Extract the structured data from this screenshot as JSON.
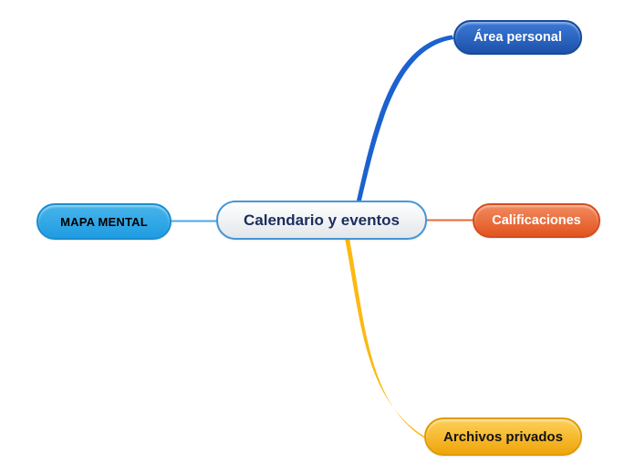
{
  "canvas": {
    "background": "#ffffff"
  },
  "nodes": {
    "mapa_mental": {
      "label": "MAPA MENTAL",
      "fill_top": "#47b4ea",
      "fill_bottom": "#1f9ce2",
      "border": "#1a8ecf",
      "text_color": "#000000"
    },
    "central": {
      "label": "Calendario y eventos",
      "fill_top": "#ffffff",
      "fill_bottom": "#e3e7ea",
      "border": "#4596d6",
      "text_color": "#1b2d5e"
    },
    "area_personal": {
      "label": "Área personal",
      "fill_top": "#3b79d6",
      "fill_bottom": "#1d52ab",
      "border": "#184a9b",
      "text_color": "#ffffff"
    },
    "calificaciones": {
      "label": "Calificaciones",
      "fill_top": "#f28a5f",
      "fill_bottom": "#e2551f",
      "border": "#d54c1d",
      "text_color": "#ffffff"
    },
    "archivos_privados": {
      "label": "Archivos privados",
      "fill_top": "#fdd059",
      "fill_bottom": "#efa50b",
      "border": "#e09c00",
      "text_color": "#131313"
    }
  },
  "connectors": {
    "mapa_to_central": {
      "color": "#4aaae4"
    },
    "central_to_area": {
      "color": "#1b62cf"
    },
    "central_to_calificaciones": {
      "color": "#e8693c"
    },
    "central_to_archivos": {
      "color": "#fcb913"
    }
  }
}
